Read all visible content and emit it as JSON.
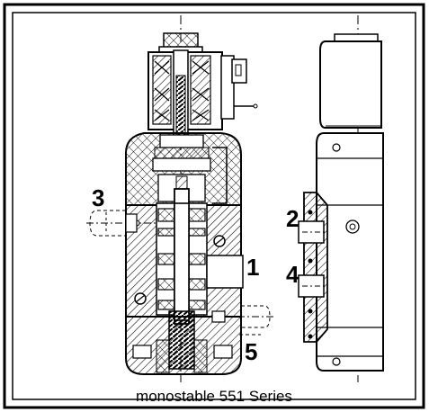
{
  "diagram": {
    "caption": "monostable 551 Series",
    "ports": {
      "p1": "1",
      "p2": "2",
      "p3": "3",
      "p4": "4",
      "p5": "5"
    }
  }
}
